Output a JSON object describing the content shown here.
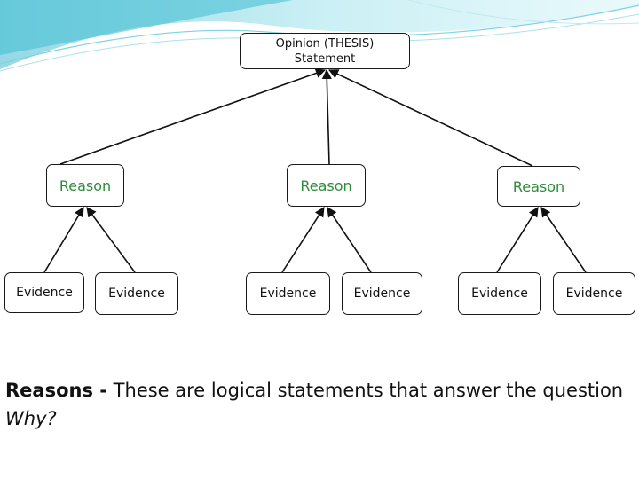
{
  "thesis": {
    "line1": "Opinion (THESIS)",
    "line2": "Statement"
  },
  "reasons": [
    {
      "label": "Reason"
    },
    {
      "label": "Reason"
    },
    {
      "label": "Reason"
    }
  ],
  "evidence": [
    {
      "label": "Evidence"
    },
    {
      "label": "Evidence"
    },
    {
      "label": "Evidence"
    },
    {
      "label": "Evidence"
    },
    {
      "label": "Evidence"
    },
    {
      "label": "Evidence"
    }
  ],
  "caption": {
    "term": "Reasons -",
    "text": " These are logical statements that answer the question ",
    "emphasis": "Why?"
  },
  "colors": {
    "reason_text": "#2e8b3a",
    "decor_accent": "#5fc9d8"
  }
}
